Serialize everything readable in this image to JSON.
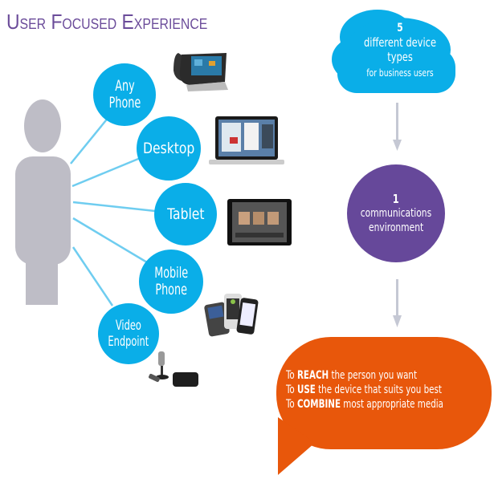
{
  "title": "User Focused Experience",
  "colors": {
    "title": "#6b4c9a",
    "device_bubble": "#0aaee8",
    "person": "#bebdc6",
    "connector": "#6fcdf0",
    "cloud": "#0aaee8",
    "environment_circle": "#66489a",
    "arrow": "#c5c8d4",
    "speech_bubble": "#e8570b"
  },
  "devices": [
    {
      "line1": "Any",
      "line2": "Phone",
      "image": "desk-phone-image"
    },
    {
      "line1": "Desktop",
      "line2": "",
      "image": "laptop-image"
    },
    {
      "line1": "Tablet",
      "line2": "",
      "image": "tablet-image"
    },
    {
      "line1": "Mobile",
      "line2": "Phone",
      "image": "smartphones-image"
    },
    {
      "line1": "Video",
      "line2": "Endpoint",
      "image": "video-endpoint-image"
    }
  ],
  "cloud": {
    "number": "5",
    "line1": "different device",
    "line2": "types",
    "line3": "for business users"
  },
  "environment": {
    "number": "1",
    "line1": "communications",
    "line2": "environment"
  },
  "speech": {
    "lines": [
      {
        "prefix": "To ",
        "bold": "REACH",
        "rest": " the person you want"
      },
      {
        "prefix": "To ",
        "bold": "USE",
        "rest": " the device that suits you best"
      },
      {
        "prefix": "To ",
        "bold": "COMBINE",
        "rest": " most appropriate media"
      }
    ]
  }
}
